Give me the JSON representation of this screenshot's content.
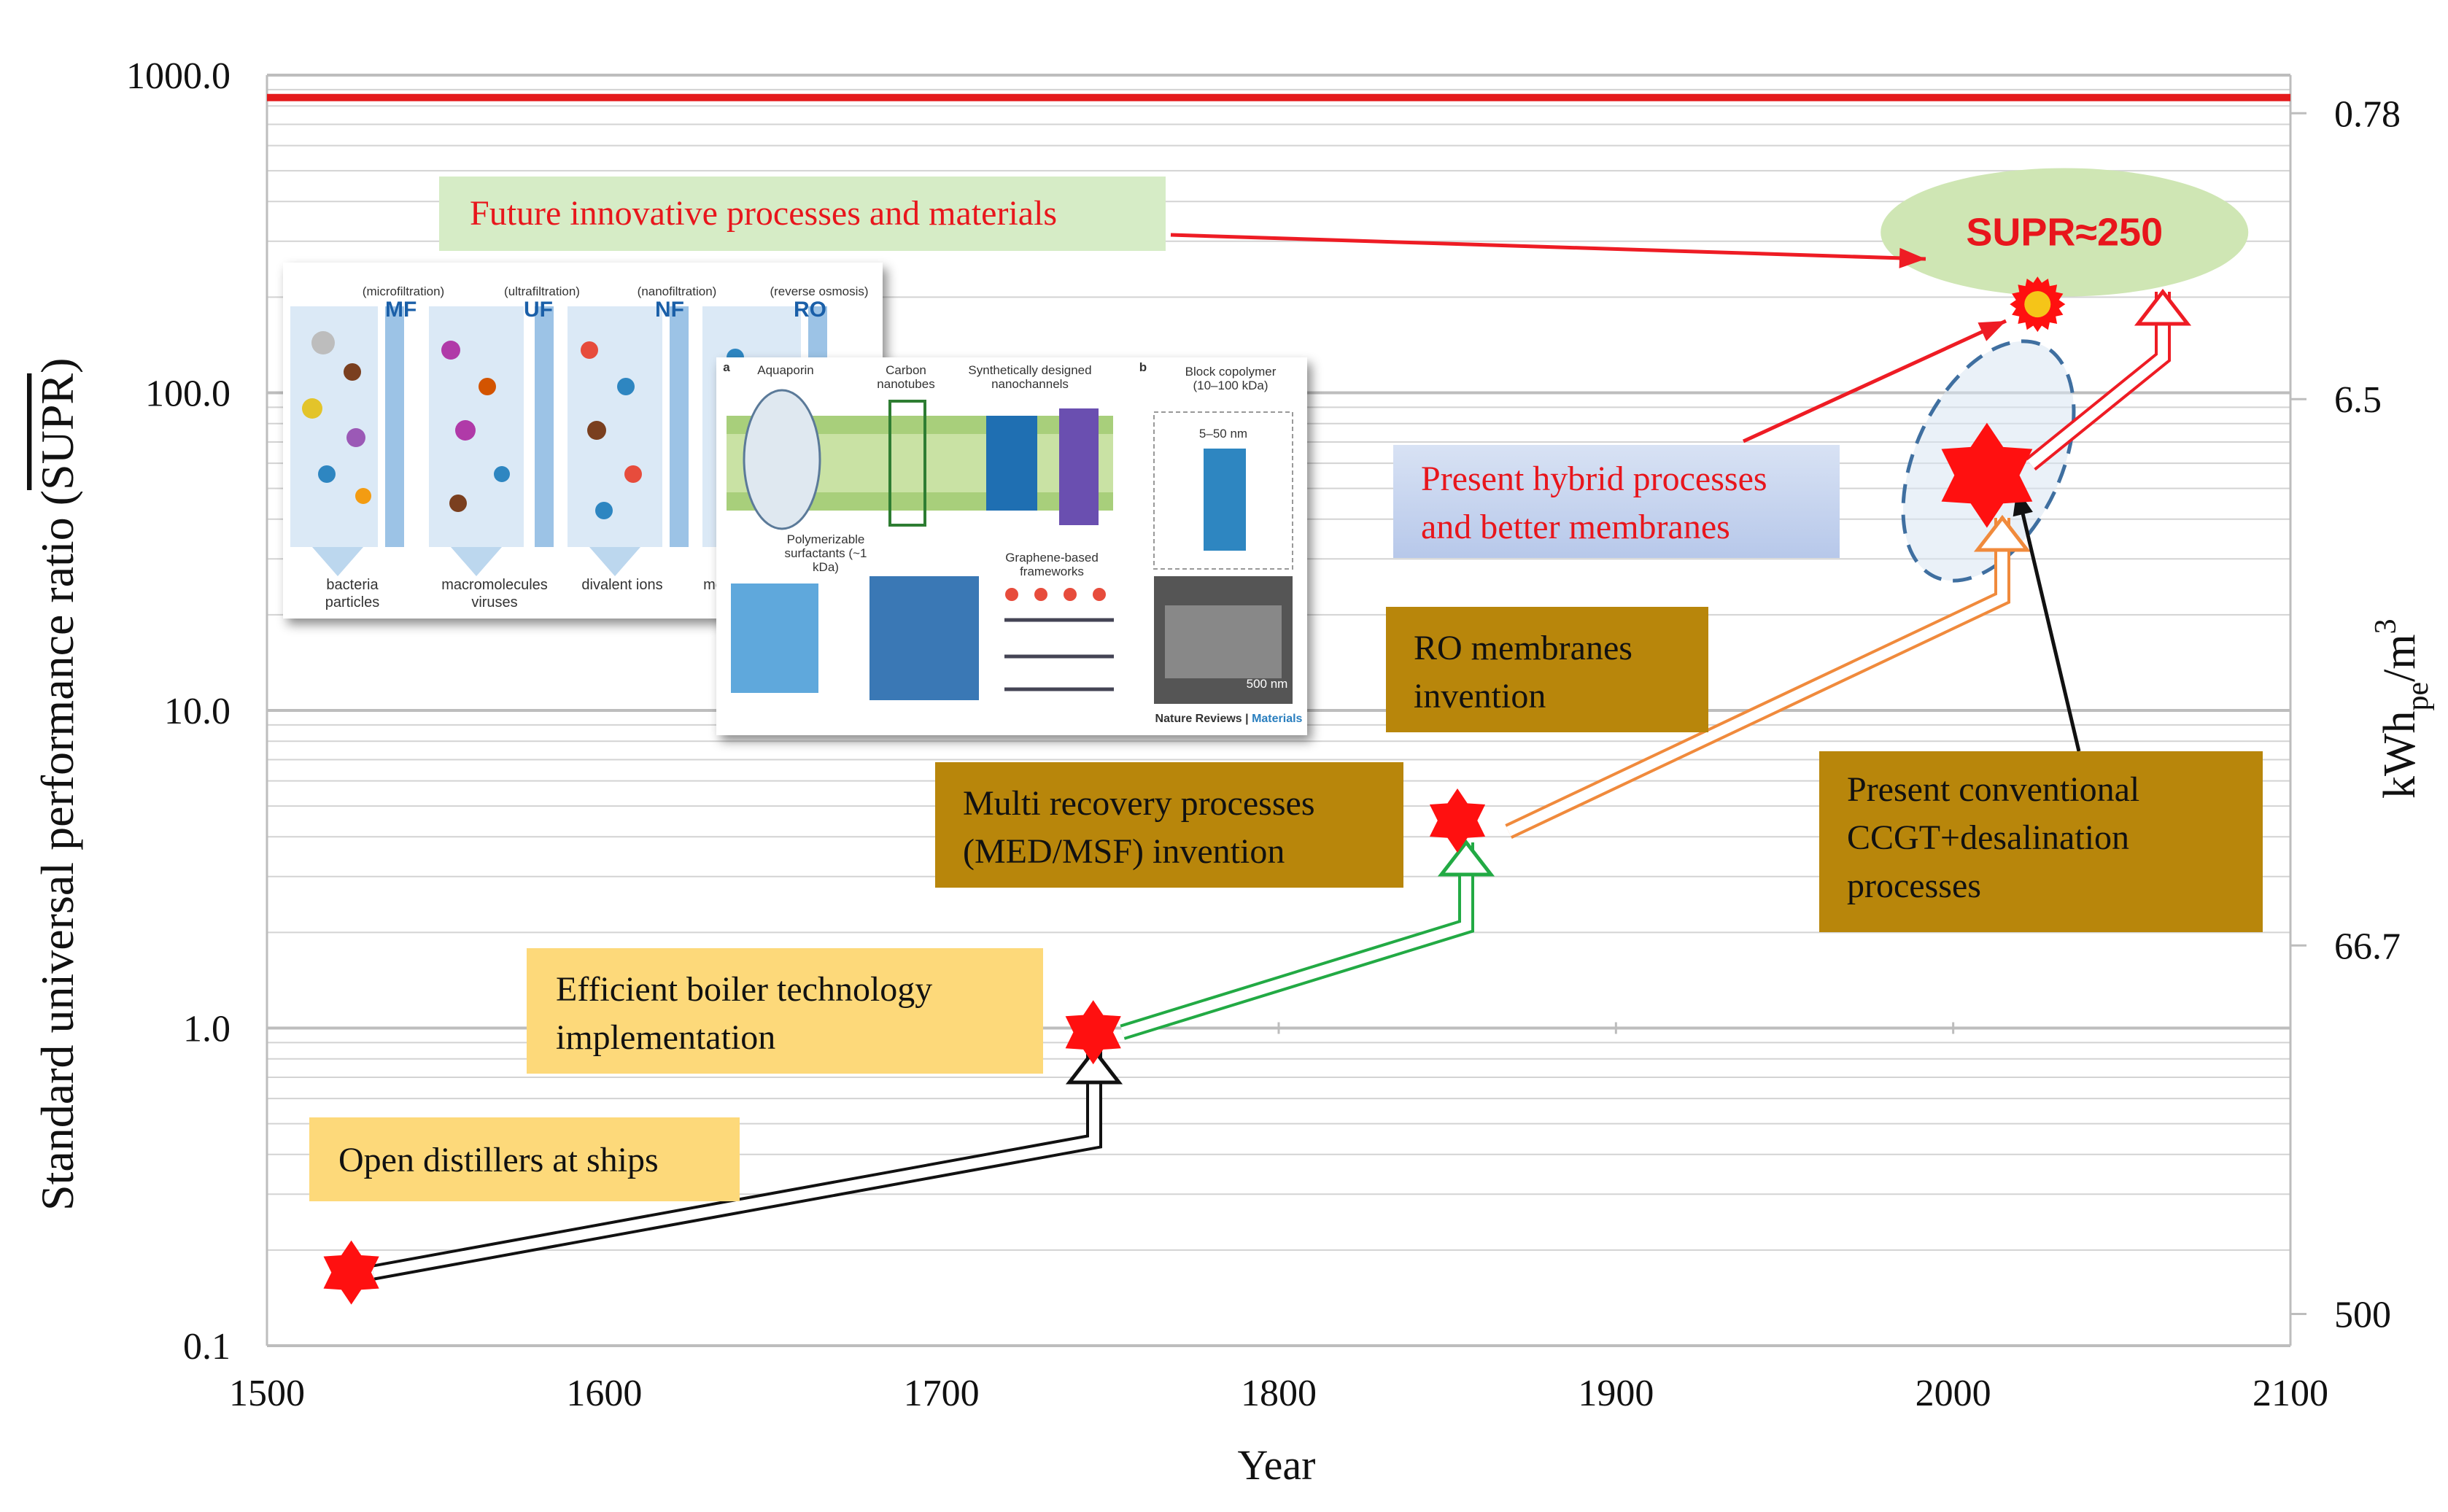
{
  "chart_data": {
    "type": "scatter",
    "x_axis": {
      "label": "Year",
      "range": [
        1500,
        2100
      ],
      "ticks": [
        "1500",
        "1600",
        "1700",
        "1800",
        "1900",
        "2000",
        "2100"
      ]
    },
    "y_axis_left": {
      "label_main": "Standard universal performance ratio (",
      "label_over": "SUPR",
      "label_close": ")",
      "scale": "log",
      "range": [
        0.1,
        1000
      ],
      "ticks": [
        "0.1",
        "1.0",
        "10.0",
        "100.0",
        "1000.0"
      ]
    },
    "y_axis_right": {
      "label_base": "kWh",
      "label_sub": "pe",
      "label_tail": "/m",
      "label_sup": "3",
      "ticks": [
        "0.78",
        "6.5",
        "66.7",
        "500"
      ]
    },
    "points": [
      {
        "year": 1525,
        "supr": 0.17
      },
      {
        "year": 1745,
        "supr": 0.97
      },
      {
        "year": 1853,
        "supr": 4.5
      },
      {
        "year": 2010,
        "supr": 55
      }
    ],
    "future_point": {
      "year": 2025,
      "supr": 190
    },
    "reference_line": {
      "supr": 850,
      "color": "#e41a1c"
    },
    "highlight": {
      "text": "SUPR≈250",
      "year": 2033,
      "supr": 320
    }
  },
  "annotations": {
    "open_distillers": [
      "Open distillers at ships"
    ],
    "boiler": [
      "Efficient boiler technology",
      "implementation"
    ],
    "multi_recovery": [
      "Multi recovery processes",
      "(MED/MSF) invention"
    ],
    "ro": [
      "RO membranes",
      "invention"
    ],
    "conventional": [
      "Present conventional",
      "CCGT+desalination",
      "processes"
    ],
    "hybrid": [
      "Present hybrid processes",
      "and better membranes"
    ],
    "future": [
      "Future innovative processes and materials"
    ]
  },
  "inset_membranes": {
    "headers": [
      "(microfiltration)",
      "(ultrafiltration)",
      "(nanofiltration)",
      "(reverse osmosis)"
    ],
    "codes": [
      "MF",
      "UF",
      "NF",
      "RO"
    ],
    "bottom": [
      "bacteria particles",
      "macromolecules viruses",
      "divalent ions",
      "mo"
    ]
  },
  "inset_nanomaterials": {
    "panel_a": "a",
    "panel_b": "b",
    "labels": [
      "Aquaporin",
      "Carbon nanotubes",
      "Synthetically designed nanochannels",
      "Polymerizable surfactants (~1 kDa)",
      "Graphene-based frameworks",
      "Block copolymer (10–100 kDa)",
      "5–50 nm",
      "500 nm"
    ],
    "credit_a": "Nature Reviews",
    "credit_b": "Materials"
  },
  "colors": {
    "star": "#ff1010",
    "arrow_black": "#111111",
    "arrow_green": "#22aa44",
    "arrow_orange": "#f08a3c",
    "arrow_red": "#ee1c24",
    "box_yellow": "#fdd97a",
    "box_gold": "#b8860b",
    "box_green": "#d6ecc6",
    "box_blue": "#c9d6ee",
    "ellipse_green": "#cfe6b4"
  }
}
